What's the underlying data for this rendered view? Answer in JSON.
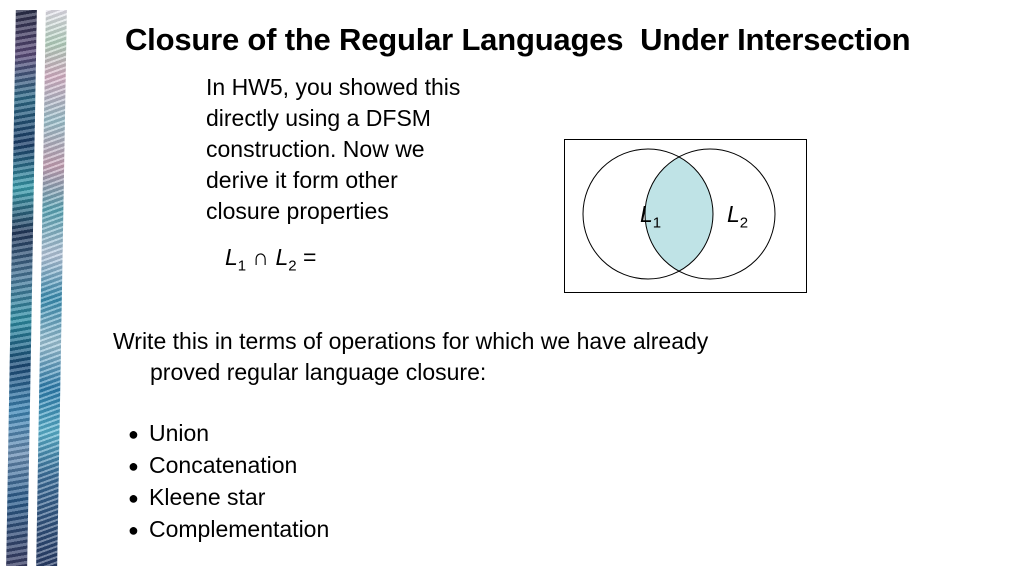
{
  "slide": {
    "title": "Closure of the Regular Languages  Under Intersection",
    "intro_lines": [
      "In HW5, you showed this",
      "directly using a DFSM",
      "construction.   Now we",
      "derive it form other",
      "closure properties"
    ],
    "equation": {
      "left_var": "L",
      "left_sub": "1",
      "operator": "∩",
      "right_var": "L",
      "right_sub": "2",
      "equals": "="
    },
    "venn": {
      "label_1_var": "L",
      "label_1_sub": "1",
      "label_2_var": "L",
      "label_2_sub": "2",
      "intersection_color": "#bfe3e6"
    },
    "body_line_1": "Write this in terms of operations for which we have already",
    "body_line_2": "proved regular language closure:",
    "bullet_symbol": "●",
    "bullets": [
      "Union",
      "Concatenation",
      "Kleene star",
      "Complementation"
    ]
  }
}
